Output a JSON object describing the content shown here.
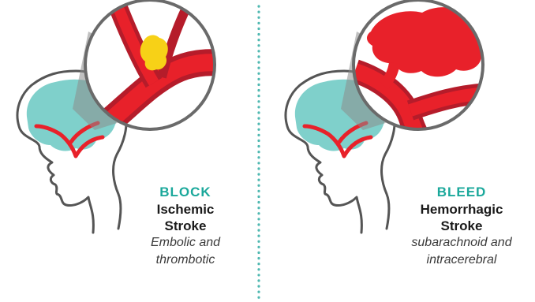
{
  "colors": {
    "teal": "#1aa89b",
    "brain": "#7fd0cb",
    "artery_red": "#e8212a",
    "artery_dark": "#b51c2a",
    "clot_yellow": "#f7d117",
    "outline_gray": "#555555",
    "cone_gray": "#8c8c8c",
    "divider_dots": "#4fb8b1"
  },
  "panels": [
    {
      "id": "ischemic",
      "kind": "BLOCK",
      "name_line1": "Ischemic",
      "name_line2": "Stroke",
      "desc_line1": "Embolic and",
      "desc_line2": "thrombotic",
      "icon": "clot-blocking-artery-icon"
    },
    {
      "id": "hemorrhagic",
      "kind": "BLEED",
      "name_line1": "Hemorrhagic",
      "name_line2": "Stroke",
      "desc_line1": "subarachnoid and",
      "desc_line2": "intracerebral",
      "icon": "bleeding-artery-icon"
    }
  ]
}
